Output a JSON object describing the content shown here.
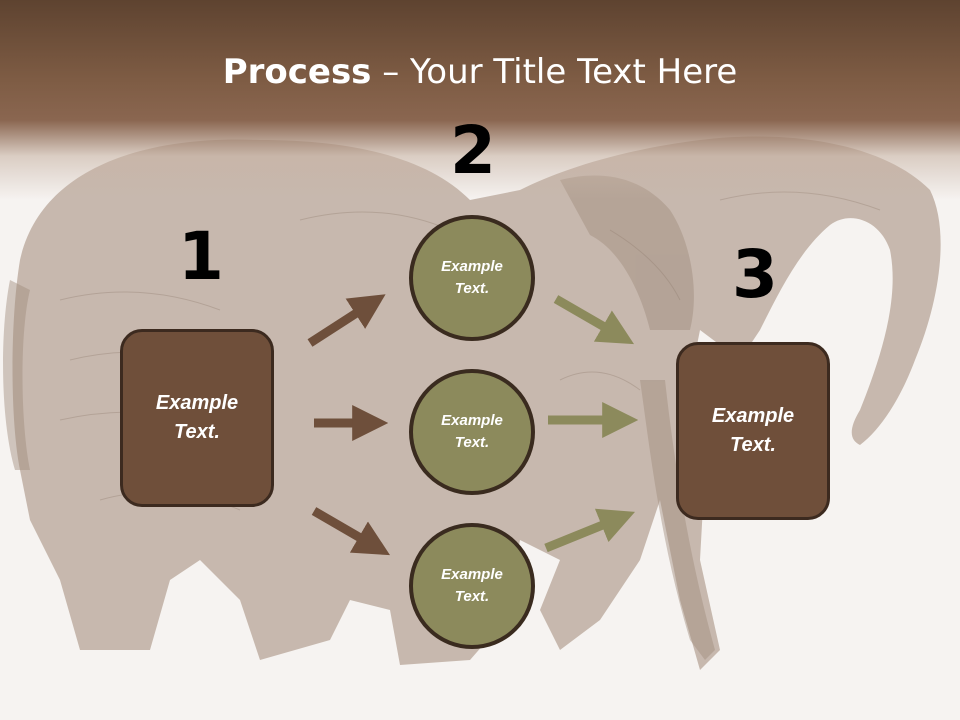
{
  "slide": {
    "title_bold": "Process",
    "title_rest": " – Your Title Text Here",
    "numbers": [
      "1",
      "2",
      "3"
    ],
    "left_box": "Example Text.",
    "right_box": "Example Text.",
    "circles": [
      "Example Text.",
      "Example Text.",
      "Example Text."
    ]
  },
  "colors": {
    "box_fill": "#6f4f3a",
    "circle_fill": "#8c8a5c",
    "arrow_brown": "#6e4f3b",
    "arrow_olive": "#8c8a5c"
  }
}
